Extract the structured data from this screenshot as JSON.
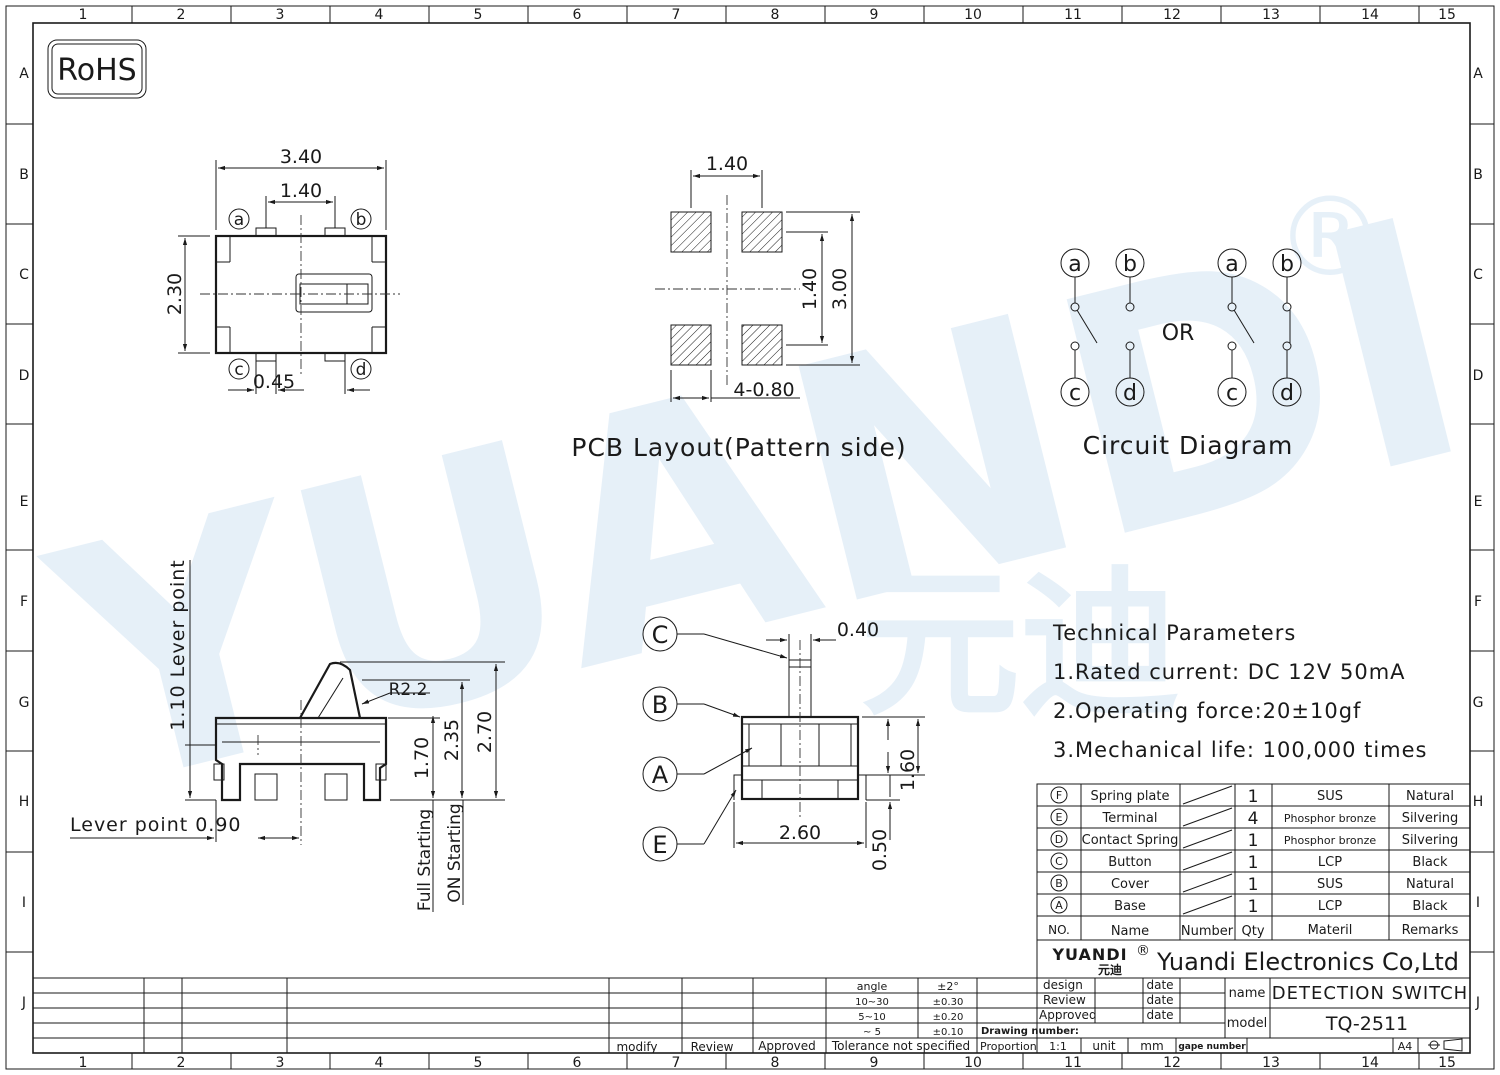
{
  "grid": {
    "columns": [
      "1",
      "2",
      "3",
      "4",
      "5",
      "6",
      "7",
      "8",
      "9",
      "10",
      "11",
      "12",
      "13",
      "14",
      "15"
    ],
    "rows": [
      "A",
      "B",
      "C",
      "D",
      "E",
      "F",
      "G",
      "H",
      "I",
      "J"
    ]
  },
  "rohs_label": "RoHS",
  "watermark": {
    "text": "YUANDI",
    "cjk": "元迪",
    "mark": "®"
  },
  "top_view": {
    "dims": {
      "width": "3.40",
      "pin_pitch": "1.40",
      "height": "2.30",
      "pin_width": "0.45"
    },
    "pins": {
      "a": "a",
      "b": "b",
      "c": "c",
      "d": "d"
    }
  },
  "pcb_layout": {
    "title": "PCB Layout(Pattern side)",
    "dims": {
      "pitch_x": "1.40",
      "pitch_y": "1.40",
      "total": "3.00",
      "pad": "4-0.80"
    }
  },
  "circuit": {
    "title": "Circuit Diagram",
    "or_label": "OR",
    "terminals": [
      "a",
      "b",
      "c",
      "d"
    ]
  },
  "side_view": {
    "dims": {
      "radius": "R2.2",
      "lever_point_height": "1.10 Lever point",
      "on_start": "1.70",
      "full_start": "2.35",
      "total_height": "2.70",
      "lever_point": "Lever point 0.90"
    },
    "labels": {
      "full_starting": "Full Starting",
      "on_starting": "ON Starting"
    }
  },
  "front_view": {
    "callouts": [
      "C",
      "B",
      "A",
      "E"
    ],
    "dims": {
      "button_width": "0.40",
      "base_height": "1.60",
      "width": "2.60",
      "lift": "0.50"
    }
  },
  "tech_params": {
    "title": "Technical Parameters",
    "lines": [
      "1.Rated current: DC 12V 50mA",
      "2.Operating force:20±10gf",
      "3.Mechanical life: 100,000 times"
    ]
  },
  "bom": {
    "header": {
      "no": "NO.",
      "name": "Name",
      "number": "Number",
      "qty": "Qty",
      "material": "Materil",
      "remarks": "Remarks"
    },
    "rows": [
      {
        "no": "F",
        "name": "Spring plate",
        "qty": "1",
        "material": "SUS",
        "remarks": "Natural"
      },
      {
        "no": "E",
        "name": "Terminal",
        "qty": "4",
        "material": "Phosphor bronze",
        "remarks": "Silvering"
      },
      {
        "no": "D",
        "name": "Contact Spring",
        "qty": "1",
        "material": "Phosphor bronze",
        "remarks": "Silvering"
      },
      {
        "no": "C",
        "name": "Button",
        "qty": "1",
        "material": "LCP",
        "remarks": "Black"
      },
      {
        "no": "B",
        "name": "Cover",
        "qty": "1",
        "material": "SUS",
        "remarks": "Natural"
      },
      {
        "no": "A",
        "name": "Base",
        "qty": "1",
        "material": "LCP",
        "remarks": "Black"
      }
    ]
  },
  "title_block": {
    "logo_text": "YUANDI",
    "logo_cjk": "元迪",
    "logo_mark": "®",
    "company": "Yuandi Electronics Co,Ltd",
    "design": "design",
    "review": "Review",
    "approved": "Approved",
    "date": "date",
    "name_label": "name",
    "name_value": "DETECTION SWITCH",
    "model_label": "model",
    "model_value": "TQ-2511",
    "drawing_number": "Drawing number:",
    "proportion": "Proportion",
    "proportion_value": "1:1",
    "unit": "unit",
    "unit_value": "mm",
    "gape_number": "gape number",
    "paper": "A4",
    "modify": "modify",
    "review2": "Review",
    "approved2": "Approved",
    "tolerance": "Tolerance not specified",
    "tol_rows": [
      {
        "range": "angle",
        "value": "±2°"
      },
      {
        "range": "10~30",
        "value": "±0.30"
      },
      {
        "range": "5~10",
        "value": "±0.20"
      },
      {
        "range": "~ 5",
        "value": "±0.10"
      }
    ]
  }
}
